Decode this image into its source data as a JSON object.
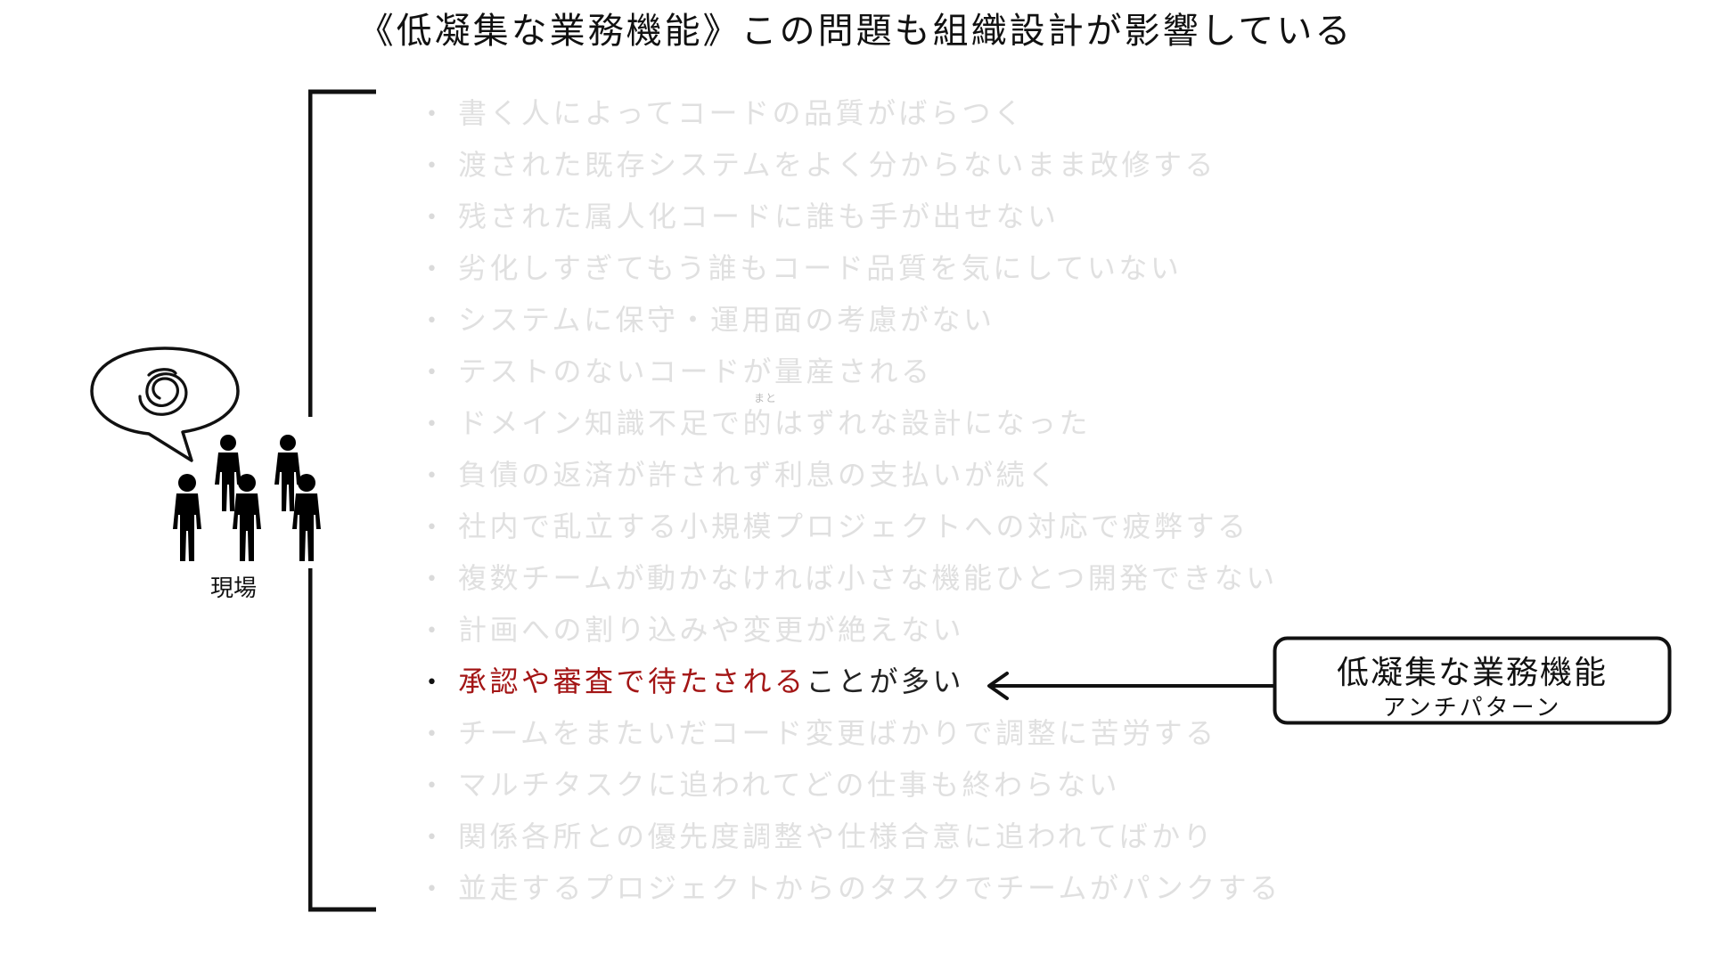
{
  "title": "《低凝集な業務機能》この問題も組織設計が影響している",
  "site_label": "現場",
  "ruby_text": "まと",
  "bullet_glyph": "•",
  "items": [
    {
      "text": "書く人によってコードの品質がばらつく"
    },
    {
      "text": "渡された既存システムをよく分からないまま改修する"
    },
    {
      "text": "残された属人化コードに誰も手が出せない"
    },
    {
      "text": "劣化しすぎてもう誰もコード品質を気にしていない"
    },
    {
      "text": "システムに保守・運用面の考慮がない"
    },
    {
      "text": "テストのないコードが量産される"
    },
    {
      "text": "ドメイン知識不足で的はずれな設計になった"
    },
    {
      "text": "負債の返済が許されず利息の支払いが続く"
    },
    {
      "text": "社内で乱立する小規模プロジェクトへの対応で疲弊する"
    },
    {
      "text": "複数チームが動かなければ小さな機能ひとつ開発できない"
    },
    {
      "text": "計画への割り込みや変更が絶えない"
    },
    {
      "highlight": "承認や審査で待たされる",
      "rest": "ことが多い"
    },
    {
      "text": "チームをまたいだコード変更ばかりで調整に苦労する"
    },
    {
      "text": "マルチタスクに追われてどの仕事も終わらない"
    },
    {
      "text": "関係各所との優先度調整や仕様合意に追われてばかり"
    },
    {
      "text": "並走するプロジェクトからのタスクでチームがパンクする"
    }
  ],
  "callout": {
    "title": "低凝集な業務機能",
    "subtitle": "アンチパターン"
  },
  "colors": {
    "faded_text": "#e0e0e0",
    "active_text": "#222222",
    "highlight": "#a31515",
    "ink": "#111111"
  },
  "icons": {
    "speech": "speech-bubble-with-swirl-icon",
    "people": "group-of-people-icon",
    "arrow": "left-arrow-icon"
  }
}
